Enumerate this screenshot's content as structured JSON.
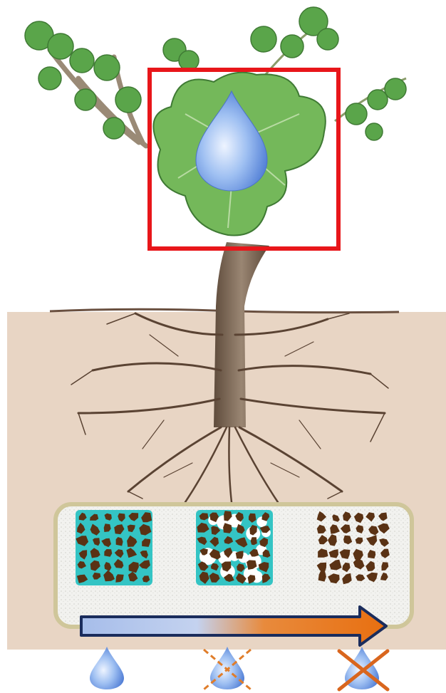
{
  "colors": {
    "soil": "#e8d5c4",
    "soil_line": "#6a5040",
    "trunk": "#7a6552",
    "root": "#5a4333",
    "leaf": "#74b85a",
    "leaf_dark": "#3f7a34",
    "vine_leaf": "#5aa54a",
    "highlight_box": "#e8161a",
    "water": "#7fa7e8",
    "water_fill": "#34c4c4",
    "soil_particle": "#5a3214",
    "arrow_start": "#a6bdea",
    "arrow_end": "#e86f10",
    "arrow_outline": "#1a2c5c",
    "strip_border": "#cfc69a",
    "cross_dashed": "#e07d2a",
    "cross_solid": "#d9661e"
  },
  "legend": {
    "panels": [
      {
        "state": "saturated",
        "water_level": 1.0
      },
      {
        "state": "partially-dry",
        "water_level": 0.5
      },
      {
        "state": "dry",
        "water_level": 0.0
      }
    ],
    "drops": [
      {
        "state": "water-available",
        "crossed": "none"
      },
      {
        "state": "water-reduced",
        "crossed": "dashed"
      },
      {
        "state": "no-water",
        "crossed": "solid"
      }
    ]
  },
  "icons": {
    "leaf_drop": "water-drop-icon",
    "drop": "water-drop-icon",
    "cross": "cross-out-icon"
  }
}
